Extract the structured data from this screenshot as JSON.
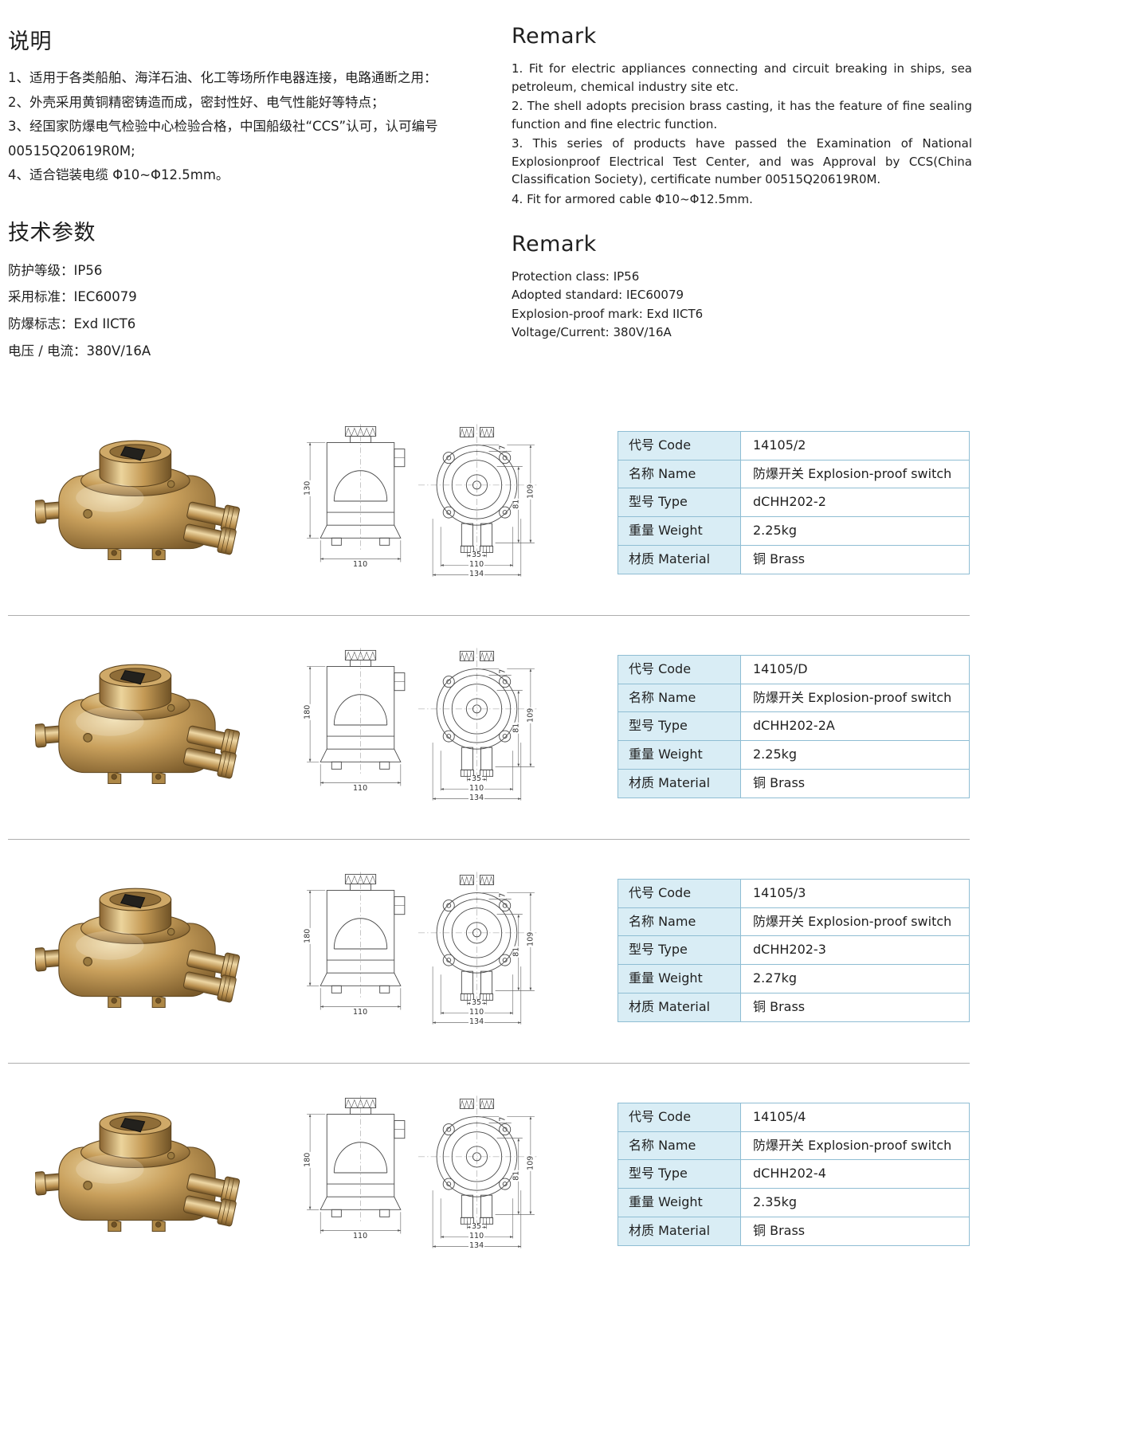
{
  "sections": {
    "desc": {
      "title": "说明",
      "items": [
        "1、适用于各类船舶、海洋石油、化工等场所作电器连接，电路通断之用：",
        "2、外壳采用黄铜精密铸造而成，密封性好、电气性能好等特点；",
        "3、经国家防爆电气检验中心检验合格，中国船级社“CCS”认可，认可编号 00515Q20619R0M;",
        "4、适合铠装电缆 Φ10~Φ12.5mm。"
      ]
    },
    "params": {
      "title": "技术参数",
      "items": [
        "防护等级：IP56",
        "采用标准：IEC60079",
        "防爆标志：Exd IICT6",
        "电压 / 电流：380V/16A"
      ]
    },
    "remark1": {
      "title": "Remark",
      "items": [
        "1. Fit for electric appliances connecting and circuit breaking in ships, sea petroleum, chemical industry site etc.",
        "2. The shell adopts precision brass casting, it has the feature of fine sealing function and fine electric function.",
        "3. This series of products have passed the Examination of National Explosionproof Electrical Test Center, and was Approval by CCS(China Classification Society), certificate number 00515Q20619R0M.",
        "4. Fit for armored cable Φ10~Φ12.5mm."
      ]
    },
    "remark2": {
      "title": "Remark",
      "items": [
        "Protection class: IP56",
        "Adopted standard: IEC60079",
        "Explosion-proof mark: Exd IICT6",
        "Voltage/Current: 380V/16A"
      ]
    }
  },
  "table_labels": {
    "code": "代号 Code",
    "name": "名称 Name",
    "type": "型号 Type",
    "weight": "重量 Weight",
    "material": "材质 Material"
  },
  "drawing": {
    "front_width": "110",
    "side_h1": "109",
    "side_h2": "81",
    "side_top": "7",
    "side_w1": "35",
    "side_w2": "110",
    "side_w3": "134"
  },
  "products": [
    {
      "code": "14105/2",
      "name": "防爆开关 Explosion-proof switch",
      "type": "dCHH202-2",
      "weight": "2.25kg",
      "material": "铜 Brass",
      "dim_height": "130"
    },
    {
      "code": "14105/D",
      "name": "防爆开关 Explosion-proof switch",
      "type": "dCHH202-2A",
      "weight": "2.25kg",
      "material": "铜 Brass",
      "dim_height": "180"
    },
    {
      "code": "14105/3",
      "name": "防爆开关 Explosion-proof switch",
      "type": "dCHH202-3",
      "weight": "2.27kg",
      "material": "铜 Brass",
      "dim_height": "180"
    },
    {
      "code": "14105/4",
      "name": "防爆开关 Explosion-proof switch",
      "type": "dCHH202-4",
      "weight": "2.35kg",
      "material": "铜 Brass",
      "dim_height": "180"
    }
  ]
}
